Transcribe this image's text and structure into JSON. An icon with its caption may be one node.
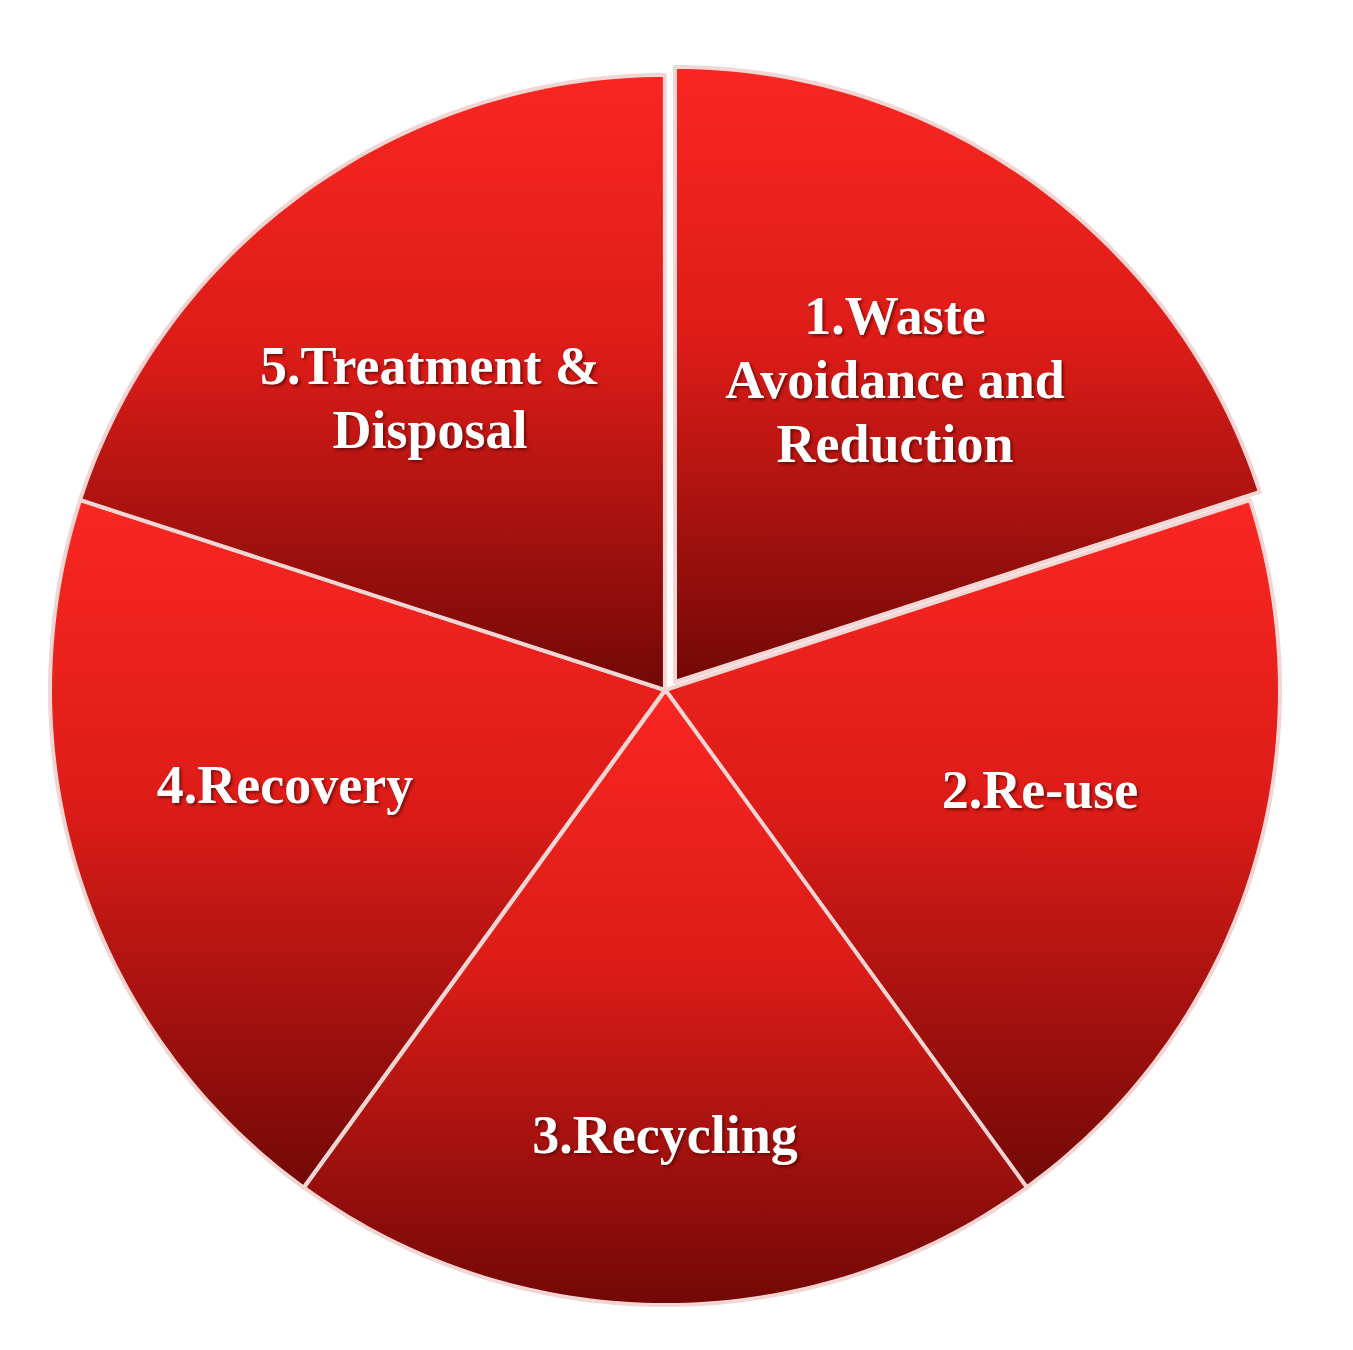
{
  "diagram": {
    "nodes": [
      {
        "text": [
          "1.Waste Avoidance and Reduction"
        ]
      },
      {
        "text": [
          "2.Re-use"
        ]
      },
      {
        "text": [
          "3.Recycling"
        ]
      },
      {
        "text": [
          "4.Recovery"
        ]
      },
      {
        "text": [
          "5.Treatment & Disposal"
        ]
      }
    ]
  }
}
